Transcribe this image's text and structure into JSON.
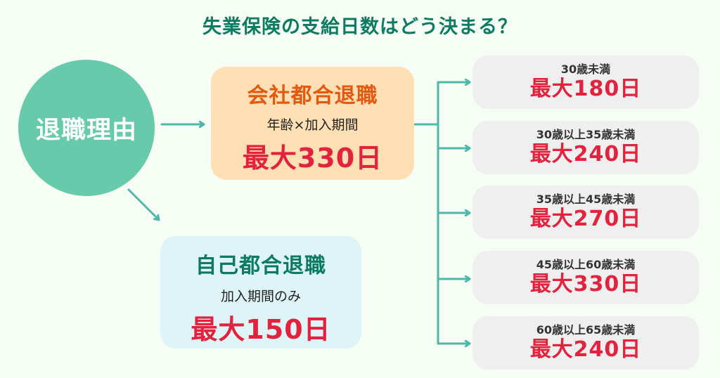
{
  "title": "失業保険の支給日数はどう決まる？",
  "root": {
    "label": "退職理由"
  },
  "company_reason": {
    "heading": "会社都合退職",
    "sub": "年齢×加入期間",
    "max_days": "最大330日"
  },
  "self_reason": {
    "heading": "自己都合退職",
    "sub": "加入期間のみ",
    "max_days": "最大150日"
  },
  "age_brackets": [
    {
      "age": "30歳未満",
      "max_days": "最大180日"
    },
    {
      "age": "30歳以上35歳未満",
      "max_days": "最大240日"
    },
    {
      "age": "35歳以上45歳未満",
      "max_days": "最大270日"
    },
    {
      "age": "45歳以上60歳未満",
      "max_days": "最大330日"
    },
    {
      "age": "60歳以上65歳未満",
      "max_days": "最大240日"
    }
  ],
  "colors": {
    "background": "#f5fdf4",
    "title": "#0d7a62",
    "circle": "#67cbab",
    "arrow": "#4db8a8",
    "company_box": "#ffe0b4",
    "company_heading": "#e4580f",
    "self_box": "#def4f6",
    "self_heading": "#0d7a62",
    "days_red": "#e3223e",
    "age_box": "#efefef"
  }
}
